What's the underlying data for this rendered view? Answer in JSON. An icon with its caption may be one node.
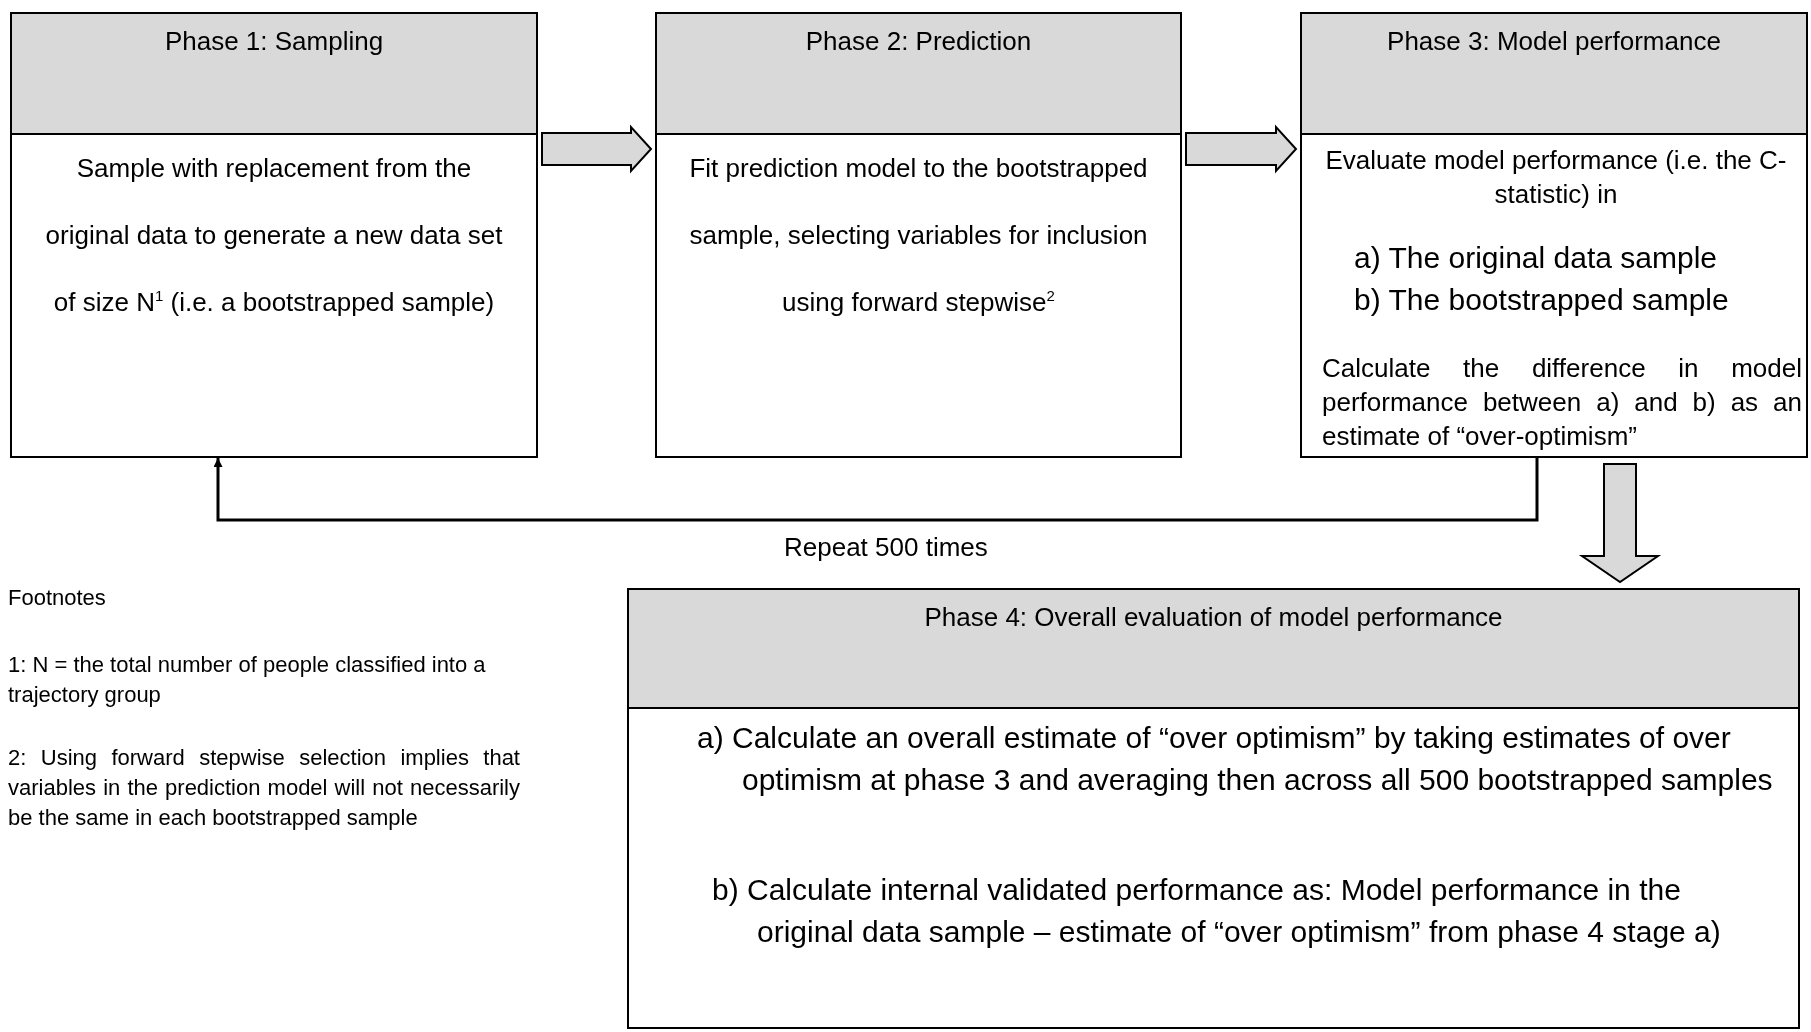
{
  "diagram": {
    "nodes": [
      {
        "text": [
          "Phase 1: Sampling",
          "Sample with replacement from the original data to generate a new data set of size N$^{1}$ (i.e. a bootstrapped sample)"
        ]
      },
      {
        "text": [
          "Phase 2: Prediction",
          "Fit prediction model to the bootstrapped sample, selecting variables for inclusion using forward stepwise$^{2}$"
        ]
      },
      {
        "text": [
          "Phase 3: Model performance",
          "Evaluate model performance (i.e. the C-statistic) in",
          "a) The original data sample",
          "b) The bootstrapped sample",
          "Calculate the difference in model performance between a) and b) as an estimate of “over-optimism”"
        ]
      },
      {
        "text": [
          "Phase 4: Overall evaluation of model performance",
          "a) Calculate an overall estimate of “over optimism” by taking estimates of over optimism at phase 3 and averaging then across all 500 bootstrapped samples",
          "b) Calculate internal validated performance as:  Model performance in the original data sample – estimate of “over optimism” from phase 4 stage a)"
        ]
      }
    ],
    "edges": [
      {
        "from": 0,
        "to": 1,
        "arrow": "to",
        "style": "thick"
      },
      {
        "from": 1,
        "to": 2,
        "arrow": "to",
        "style": "thick"
      },
      {
        "from": 2,
        "to": 0,
        "arrow": "to",
        "label": "Repeat 500 times"
      },
      {
        "from": 2,
        "to": 3,
        "arrow": "to",
        "style": "thick"
      }
    ],
    "labels": [
      "Footnotes",
      "1: N = the total number of people classified into a trajectory group",
      "2: Using forward stepwise selection implies that variables in the prediction model will not necessarily be the same in each bootstrapped sample"
    ]
  }
}
